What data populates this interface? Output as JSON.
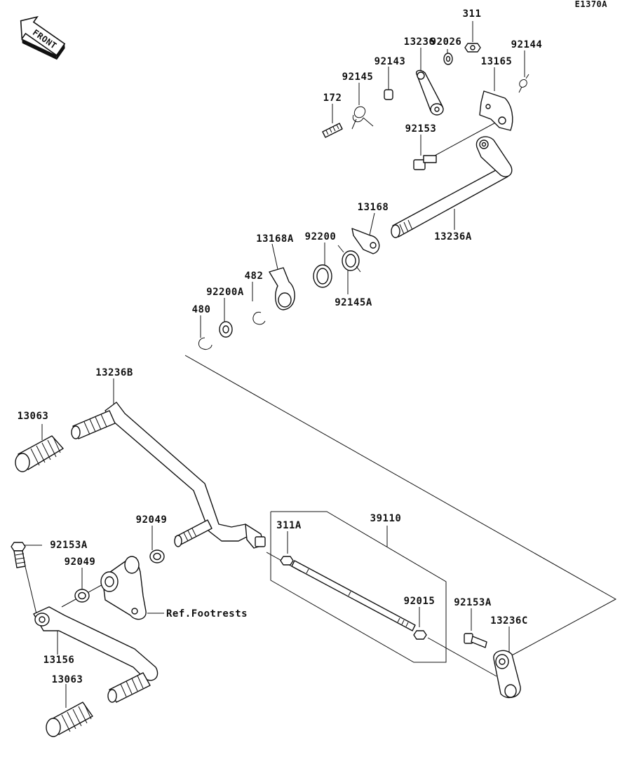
{
  "diagram_code": "E1370A",
  "front_badge": "FRONT",
  "labels": {
    "p311": "311",
    "p92026": "92026",
    "p92144": "92144",
    "p13236": "13236",
    "p92143": "92143",
    "p13165": "13165",
    "p92145": "92145",
    "p172": "172",
    "p92153": "92153",
    "p13168": "13168",
    "p13236A": "13236A",
    "p13168A": "13168A",
    "p92200": "92200",
    "p482": "482",
    "p92145A": "92145A",
    "p92200A": "92200A",
    "p480": "480",
    "p13236B": "13236B",
    "p13063_top": "13063",
    "p92049_a": "92049",
    "p92153A_left": "92153A",
    "p92049_b": "92049",
    "p311A": "311A",
    "p39110": "39110",
    "ref_footrests": "Ref.Footrests",
    "p92015": "92015",
    "p92153A_right": "92153A",
    "p13236C": "13236C",
    "p13156": "13156",
    "p13063_bottom": "13063"
  }
}
